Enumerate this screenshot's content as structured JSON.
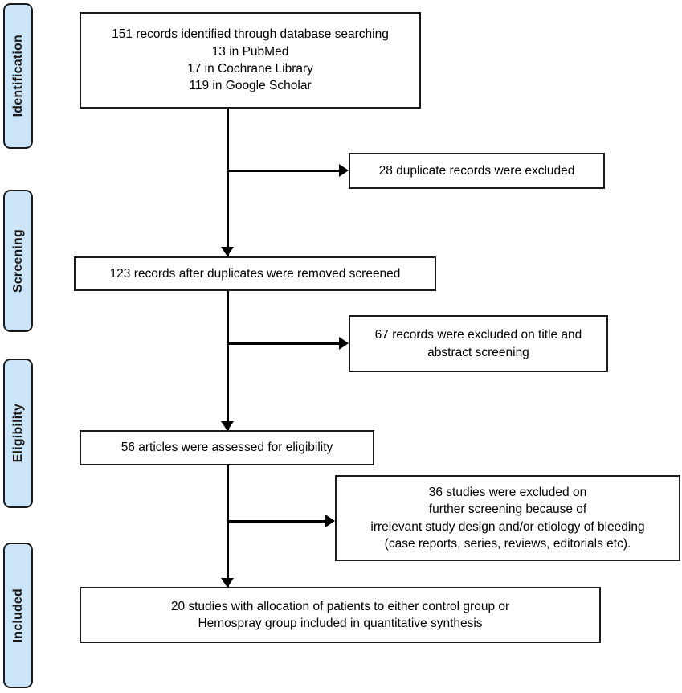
{
  "diagram": {
    "type": "prisma-flow-diagram",
    "accent_color": "#cce4f7",
    "line_color": "#000000",
    "border_color": "#1a1a1a",
    "background_color": "#ffffff"
  },
  "stages": [
    {
      "label": "Identification"
    },
    {
      "label": "Screening"
    },
    {
      "label": "Eligibility"
    },
    {
      "label": "Included"
    }
  ],
  "nodes": {
    "identified": {
      "text": "151 records identified through database searching\n13 in PubMed\n17 in Cochrane Library\n119 in Google Scholar"
    },
    "duplicates_excluded": {
      "text": "28 duplicate records were excluded"
    },
    "after_duplicates": {
      "text": "123 records after duplicates were removed screened"
    },
    "title_abstract_excluded": {
      "text": "67 records were excluded on title and\nabstract screening"
    },
    "assessed_eligibility": {
      "text": "56 articles were assessed for eligibility"
    },
    "further_excluded": {
      "text": "36 studies were excluded on\nfurther screening because of\nirrelevant study design and/or etiology of bleeding\n(case reports, series, reviews, editorials etc)."
    },
    "included_synthesis": {
      "text": "20 studies with allocation of patients to either control group or\nHemospray group included in quantitative synthesis"
    }
  },
  "chart_data": {
    "type": "diagram",
    "title": "PRISMA study selection flow diagram",
    "stages": [
      "Identification",
      "Screening",
      "Eligibility",
      "Included"
    ],
    "steps": [
      {
        "stage": "Identification",
        "label": "Records identified through database searching",
        "count": 151,
        "sources": [
          {
            "name": "PubMed",
            "count": 13
          },
          {
            "name": "Cochrane Library",
            "count": 17
          },
          {
            "name": "Google Scholar",
            "count": 119
          }
        ]
      },
      {
        "stage": "Identification",
        "label": "Duplicate records excluded",
        "count": 28,
        "kind": "exclusion"
      },
      {
        "stage": "Screening",
        "label": "Records after duplicates removed, screened",
        "count": 123
      },
      {
        "stage": "Screening",
        "label": "Records excluded on title and abstract screening",
        "count": 67,
        "kind": "exclusion"
      },
      {
        "stage": "Eligibility",
        "label": "Articles assessed for eligibility",
        "count": 56
      },
      {
        "stage": "Eligibility",
        "label": "Studies excluded on further screening (irrelevant study design and/or etiology of bleeding; case reports, series, reviews, editorials etc.)",
        "count": 36,
        "kind": "exclusion"
      },
      {
        "stage": "Included",
        "label": "Studies included in quantitative synthesis (control group or Hemospray group)",
        "count": 20
      }
    ]
  }
}
